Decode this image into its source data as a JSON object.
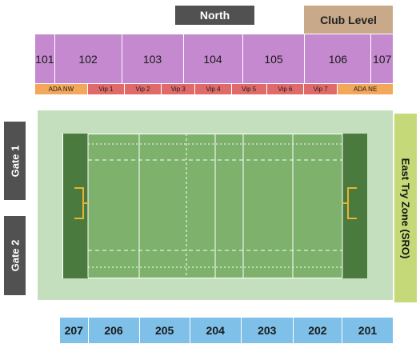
{
  "header": {
    "north_label": "North",
    "club_level_label": "Club Level"
  },
  "upper_sections": [
    "101",
    "102",
    "103",
    "104",
    "105",
    "106",
    "107"
  ],
  "suite_strip": [
    {
      "label": "ADA NW",
      "kind": "ada"
    },
    {
      "label": "Vip 1",
      "kind": "vip"
    },
    {
      "label": "Vip 2",
      "kind": "vip"
    },
    {
      "label": "Vip 3",
      "kind": "vip"
    },
    {
      "label": "Vip 4",
      "kind": "vip"
    },
    {
      "label": "Vip 5",
      "kind": "vip"
    },
    {
      "label": "Vip 6",
      "kind": "vip"
    },
    {
      "label": "Vip 7",
      "kind": "vip"
    },
    {
      "label": "ADA NE",
      "kind": "ada"
    }
  ],
  "gates": {
    "gate1_label": "Gate 1",
    "gate2_label": "Gate 2"
  },
  "east_zone_label": "East Try Zone (SRO)",
  "lower_sections": [
    "207",
    "206",
    "205",
    "204",
    "203",
    "202",
    "201"
  ],
  "colors": {
    "upper_section": "#c589cf",
    "vip": "#e06a6a",
    "ada": "#f3a75a",
    "lower_section": "#7ec0e8",
    "club_level": "#c8a98a",
    "field": "#7eb26c",
    "end_zone": "#4b7a3f",
    "east_zone": "#c6d978",
    "goal_posts": "#e8b430"
  }
}
